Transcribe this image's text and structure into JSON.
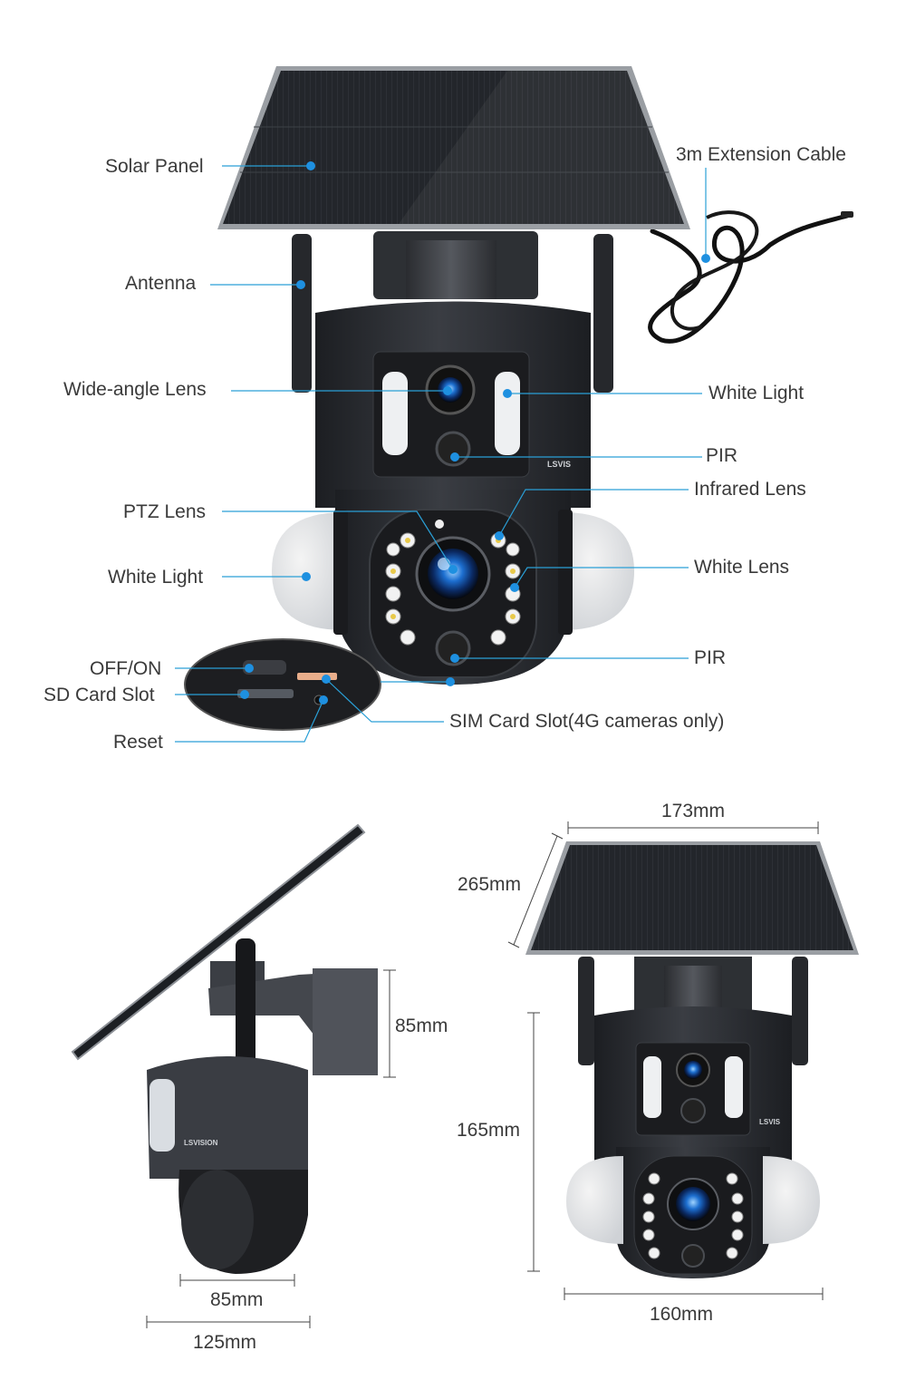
{
  "callouts": {
    "solar_panel": "Solar Panel",
    "extension_cable": "3m Extension Cable",
    "antenna": "Antenna",
    "wide_angle_lens": "Wide-angle Lens",
    "white_light_right": "White Light",
    "pir_top": "PIR",
    "infrared_lens": "Infrared Lens",
    "ptz_lens": "PTZ Lens",
    "white_lens": "White Lens",
    "white_light_left": "White Light",
    "pir_bottom": "PIR",
    "off_on": "OFF/ON",
    "sd_card_slot": "SD Card Slot",
    "sim_card_slot": "SIM Card Slot(4G cameras only)",
    "reset": "Reset"
  },
  "brand": {
    "logo_text": "LSVISION"
  },
  "dimensions": {
    "panel_width": "173mm",
    "panel_length": "265mm",
    "bracket_height": "85mm",
    "body_height": "165mm",
    "base_width": "85mm",
    "depth": "125mm",
    "body_width": "160mm"
  },
  "colors": {
    "callout_line": "#2a9fd6",
    "callout_dot": "#1e90e0",
    "camera_body": "#2b2d31",
    "panel": "#1f2226"
  }
}
